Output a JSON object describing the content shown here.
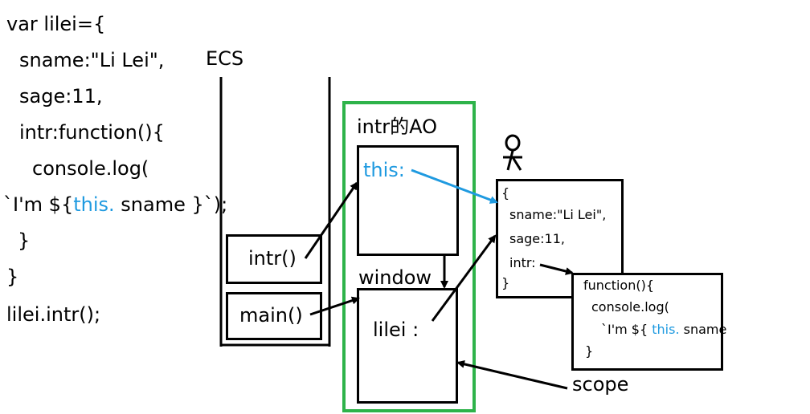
{
  "code": {
    "line1": "var lilei={",
    "line2": "sname:\"Li Lei\",",
    "line3": "sage:11,",
    "line4": "intr:function(){",
    "line5": "console.log(",
    "line6_pre": "`I'm ${",
    "line6_this": "this.",
    "line6_post": "sname }`);",
    "line7": "}",
    "line8": "}",
    "line9": "lilei.intr();"
  },
  "ecs": {
    "label": "ECS",
    "frames": [
      "intr()",
      "main()"
    ]
  },
  "scope_box": {
    "ao_label": "intr的AO",
    "ao_this": "this:",
    "window_label": "window",
    "window_lilei": "lilei :"
  },
  "object_box": {
    "open": "{",
    "sname": "sname:\"Li Lei\",",
    "sage": "sage:11,",
    "intr": "intr:",
    "close": "}"
  },
  "function_box": {
    "line1": "function(){",
    "line2": "console.log(",
    "line3_pre": "`I'm ${",
    "line3_this": "this.",
    "line3_post": "sname",
    "line4": "}"
  },
  "scope_label": "scope",
  "colors": {
    "green": "#2eb34a",
    "blue": "#1f9ae0",
    "black": "#000000"
  }
}
